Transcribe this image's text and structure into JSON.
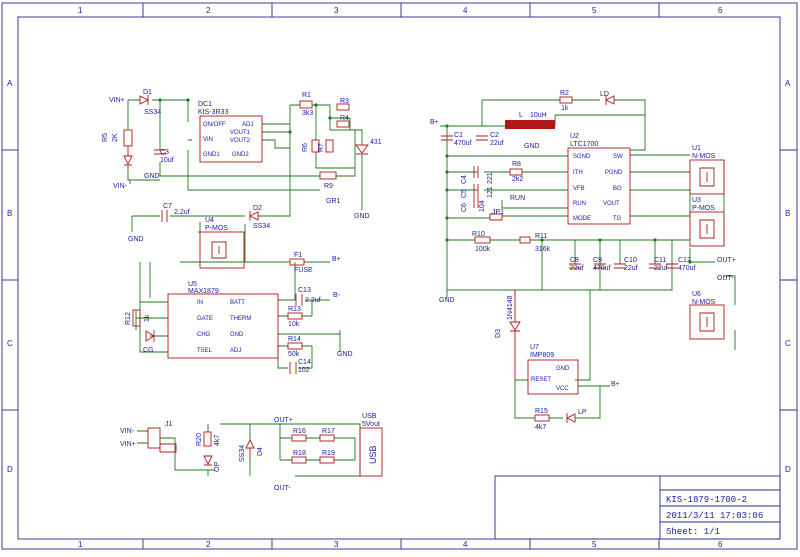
{
  "frame": {
    "columns": [
      "1",
      "2",
      "3",
      "4",
      "5",
      "6"
    ],
    "rows": [
      "A",
      "B",
      "C",
      "D"
    ]
  },
  "title_block": {
    "name": "KIS-1879-1700-2",
    "date": "2011/3/11 17:03:06",
    "sheet": "Sheet: 1/1"
  },
  "colors": {
    "wire": "#1e7a1e",
    "component": "#b01818",
    "text": "#1a1aa8",
    "frame": "#2a2a8a"
  },
  "components": {
    "D1": {
      "ref": "D1",
      "value": "SS34"
    },
    "DC1": {
      "ref": "DC1",
      "value": "KIS-3R33",
      "pins": [
        "ON/OFF",
        "VIN",
        "GND1",
        "ADJ",
        "VOUT1",
        "VOUT2",
        "GND2"
      ]
    },
    "R1": {
      "ref": "R1",
      "value": "3k3"
    },
    "R3": {
      "ref": "R3"
    },
    "R4": {
      "ref": "R4"
    },
    "R5": {
      "ref": "R5",
      "value": "2K"
    },
    "R6": {
      "ref": "R6"
    },
    "R7": {
      "ref": "R7"
    },
    "R9": {
      "ref": "R9",
      "value": "GR1"
    },
    "C3": {
      "ref": "C3",
      "value": "10uf"
    },
    "U_431": {
      "value": "431"
    },
    "C7": {
      "ref": "C7",
      "value": "2.2uf"
    },
    "D2": {
      "ref": "D2",
      "value": "SS34"
    },
    "U4": {
      "ref": "U4",
      "value": "P-MOS"
    },
    "F1": {
      "ref": "F1",
      "value": "FUSE"
    },
    "U5": {
      "ref": "U5",
      "value": "MAX1879",
      "pins": [
        "IN",
        "GATE",
        "CHG",
        "TSEL",
        "BATT",
        "THERM",
        "GND",
        "ADJ"
      ]
    },
    "C13": {
      "ref": "C13",
      "value": "2.2uf"
    },
    "R13": {
      "ref": "R13",
      "value": "10k"
    },
    "R14": {
      "ref": "R14",
      "value": "50k"
    },
    "C14": {
      "ref": "C14",
      "value": "102"
    },
    "R12": {
      "ref": "R12",
      "value": "1k"
    },
    "CG": {
      "value": "CG"
    },
    "J1": {
      "ref": "J1"
    },
    "R20": {
      "ref": "R20",
      "value": "4k7"
    },
    "OP": {
      "value": "OP"
    },
    "D4": {
      "ref": "D4",
      "value": "SS34"
    },
    "R16": {
      "ref": "R16"
    },
    "R17": {
      "ref": "R17"
    },
    "R18": {
      "ref": "R18"
    },
    "R19": {
      "ref": "R19"
    },
    "USB": {
      "ref": "USB",
      "value": "5Vout",
      "body": "USB"
    },
    "C1": {
      "ref": "C1",
      "value": "470uf"
    },
    "C2": {
      "ref": "C2",
      "value": "22uf"
    },
    "L1": {
      "ref": "L",
      "value": "10uH"
    },
    "R2": {
      "ref": "R2",
      "value": "1k"
    },
    "LD": {
      "value": "LD"
    },
    "U2": {
      "ref": "U2",
      "value": "LTC1700",
      "pins": [
        "SGND",
        "ITH",
        "VFB",
        "RUN",
        "MODE",
        "SW",
        "PGND",
        "BG",
        "VOUT",
        "TG"
      ]
    },
    "C4": {
      "ref": "C4",
      "value": "221"
    },
    "C5": {
      "ref": "C5",
      "value": "121"
    },
    "C6": {
      "ref": "C6",
      "value": "104"
    },
    "R8": {
      "ref": "R8",
      "value": "2k2"
    },
    "JP1": {
      "ref": "JP1"
    },
    "R10": {
      "ref": "R10",
      "value": "100k"
    },
    "R11": {
      "ref": "R11",
      "value": "316k"
    },
    "C8": {
      "ref": "C8",
      "value": "22uf"
    },
    "C9": {
      "ref": "C9",
      "value": "470uf"
    },
    "C10": {
      "ref": "C10",
      "value": "22uf"
    },
    "C11": {
      "ref": "C11",
      "value": "22uf"
    },
    "C12": {
      "ref": "C12",
      "value": "470uf"
    },
    "U1": {
      "ref": "U1",
      "value": "N-MOS"
    },
    "U3": {
      "ref": "U3",
      "value": "P-MOS"
    },
    "U6": {
      "ref": "U6",
      "value": "N-MOS"
    },
    "D3": {
      "ref": "D3",
      "value": "1N4148"
    },
    "U7": {
      "ref": "U7",
      "value": "IMP809",
      "pins": [
        "GND",
        "RESET",
        "VCC"
      ]
    },
    "R15": {
      "ref": "R15",
      "value": "4k7"
    },
    "LP": {
      "value": "LP"
    }
  },
  "nets": {
    "vin_plus": "VIN+",
    "vin_minus": "VIN-",
    "gnd": "GND",
    "b_plus": "B+",
    "b_minus": "B-",
    "out_plus": "OUT+",
    "out_minus": "OUT-",
    "run": "RUN"
  }
}
